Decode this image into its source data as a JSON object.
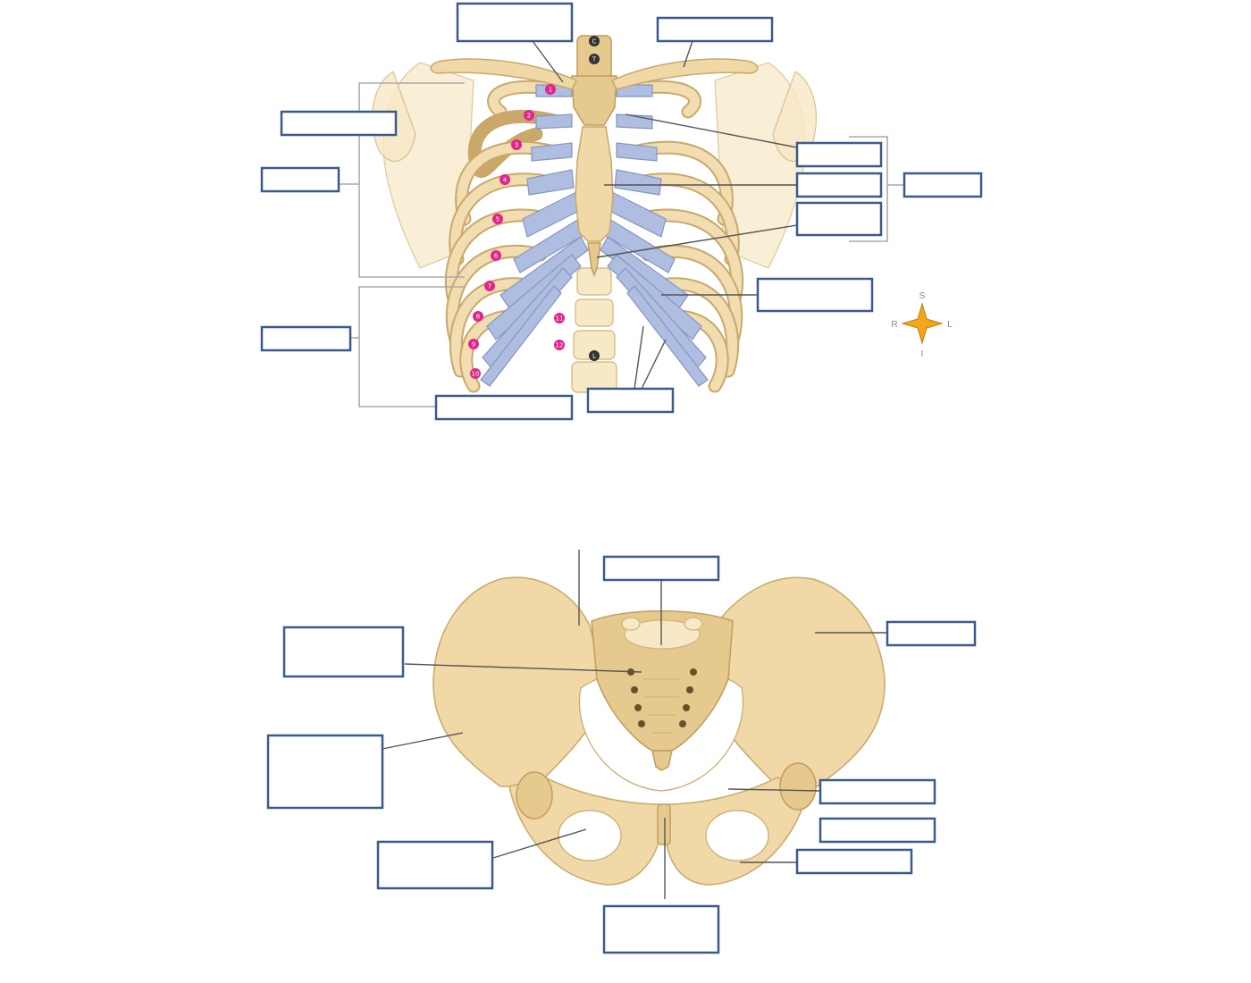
{
  "thorax": {
    "rib_numbers": [
      "1",
      "2",
      "3",
      "4",
      "5",
      "6",
      "7",
      "8",
      "9",
      "10",
      "11",
      "12"
    ],
    "vertebra_markers": [
      "C",
      "T",
      "L"
    ],
    "compass": {
      "superior": "S",
      "inferior": "I",
      "right": "R",
      "left": "L"
    }
  },
  "colors": {
    "bone": "#f0d9a6",
    "cartilage": "#aebde0",
    "rib_number_marker": "#e0268a",
    "label_box_border": "#3b5a8c",
    "compass_star": "#f2a71b"
  }
}
